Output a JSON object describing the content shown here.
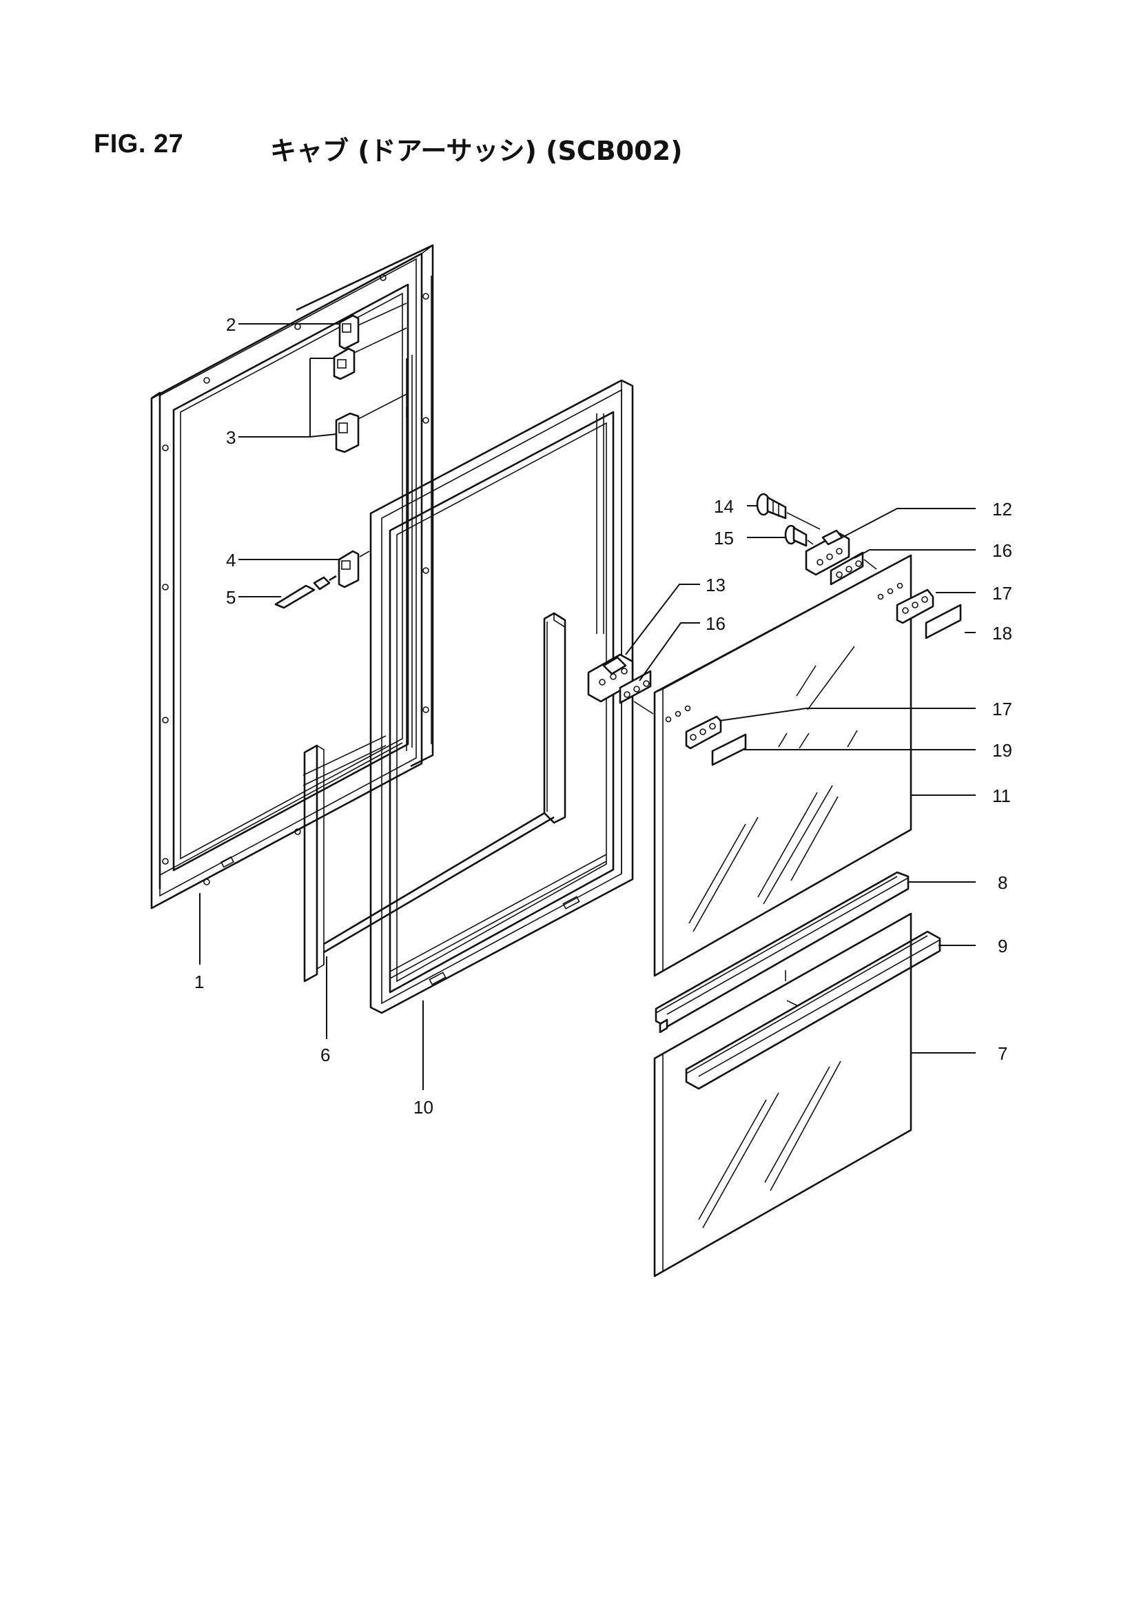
{
  "header": {
    "figure_number": "FIG. 27",
    "figure_title": "キャブ (ドアーサッシ) (SCB002)"
  },
  "callouts": [
    {
      "id": "c1",
      "label": "1"
    },
    {
      "id": "c2",
      "label": "2"
    },
    {
      "id": "c3",
      "label": "3"
    },
    {
      "id": "c4",
      "label": "4"
    },
    {
      "id": "c5",
      "label": "5"
    },
    {
      "id": "c6",
      "label": "6"
    },
    {
      "id": "c7",
      "label": "7"
    },
    {
      "id": "c8",
      "label": "8"
    },
    {
      "id": "c9",
      "label": "9"
    },
    {
      "id": "c10",
      "label": "10"
    },
    {
      "id": "c11",
      "label": "11"
    },
    {
      "id": "c12",
      "label": "12"
    },
    {
      "id": "c13",
      "label": "13"
    },
    {
      "id": "c14",
      "label": "14"
    },
    {
      "id": "c15",
      "label": "15"
    },
    {
      "id": "c16a",
      "label": "16"
    },
    {
      "id": "c16b",
      "label": "16"
    },
    {
      "id": "c17a",
      "label": "17"
    },
    {
      "id": "c17b",
      "label": "17"
    },
    {
      "id": "c18",
      "label": "18"
    },
    {
      "id": "c19",
      "label": "19"
    }
  ]
}
